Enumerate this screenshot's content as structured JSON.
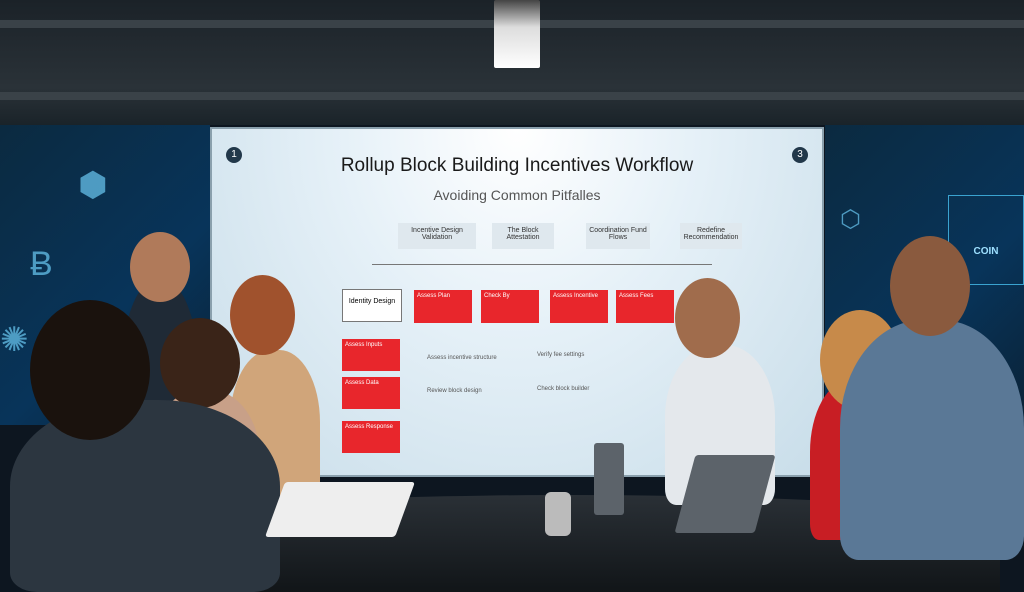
{
  "screen": {
    "title": "Rollup Block Building Incentives Workflow",
    "subtitle": "Avoiding Common Pitfalles",
    "corner_left": "1",
    "corner_right": "3",
    "top_boxes": [
      "Incentive Design Validation",
      "The Block Attestation",
      "Coordination Fund Flows",
      "Redefine Recommendation"
    ],
    "identity_box": "Identity Design",
    "red_boxes": [
      "Assess Plan",
      "Check By",
      "Assess Incentive",
      "Assess Fees"
    ],
    "left_boxes": [
      "Assess Inputs",
      "Assess Data",
      "Assess Response"
    ],
    "notes": [
      "Assess incentive structure",
      "Review block design",
      "Verify fee settings",
      "Check block builder"
    ]
  },
  "wall": {
    "logo": "COIN"
  },
  "colors": {
    "accent_red": "#e8262c",
    "wall_blue": "#08345a"
  }
}
